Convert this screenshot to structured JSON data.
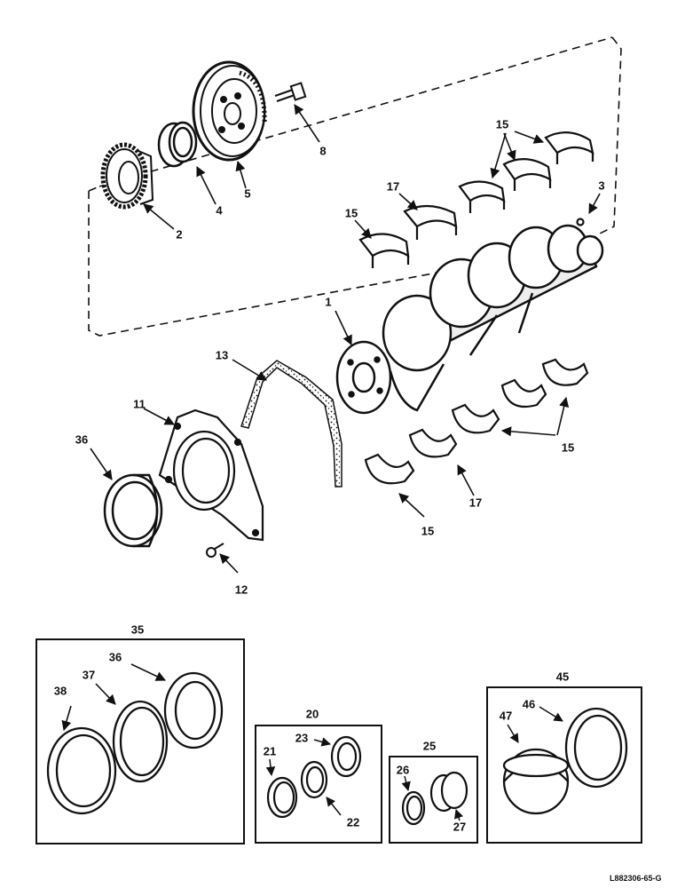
{
  "callouts": {
    "c1": "1",
    "c2": "2",
    "c3": "3",
    "c4": "4",
    "c5": "5",
    "c8": "8",
    "c11": "11",
    "c12": "12",
    "c13": "13",
    "c15a": "15",
    "c15b": "15",
    "c15c": "15",
    "c15d": "15",
    "c17a": "17",
    "c17b": "17",
    "c36": "36"
  },
  "kits": {
    "k35": {
      "label": "35",
      "parts": {
        "p36": "36",
        "p37": "37",
        "p38": "38"
      }
    },
    "k20": {
      "label": "20",
      "parts": {
        "p21": "21",
        "p22": "22",
        "p23": "23"
      }
    },
    "k25": {
      "label": "25",
      "parts": {
        "p26": "26",
        "p27": "27"
      }
    },
    "k45": {
      "label": "45",
      "parts": {
        "p46": "46",
        "p47": "47"
      }
    }
  },
  "reference_code": "L882306-65-G",
  "line_color": "#111111"
}
